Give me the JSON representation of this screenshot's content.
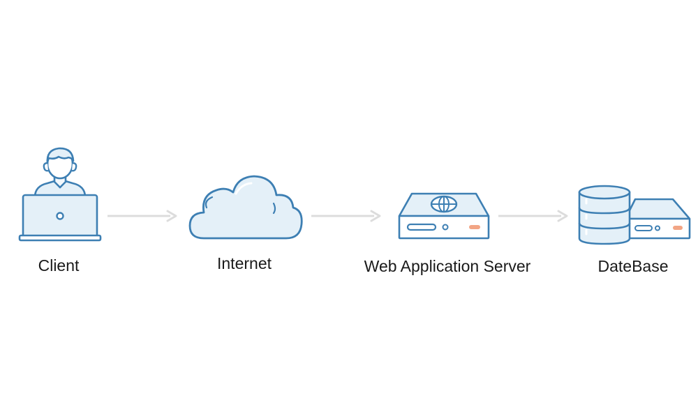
{
  "diagram": {
    "nodes": [
      {
        "id": "client",
        "label": "Client",
        "icon": "user-laptop-icon"
      },
      {
        "id": "internet",
        "label": "Internet",
        "icon": "cloud-icon"
      },
      {
        "id": "web_server",
        "label": "Web Application Server",
        "icon": "server-globe-icon"
      },
      {
        "id": "database",
        "label": "DateBase",
        "icon": "database-server-icon"
      }
    ],
    "edges": [
      {
        "from": "client",
        "to": "internet"
      },
      {
        "from": "internet",
        "to": "web_server"
      },
      {
        "from": "web_server",
        "to": "database"
      }
    ],
    "colors": {
      "stroke": "#3d7fb3",
      "fill": "#e4f0f8",
      "fill_light": "#f3f8fc",
      "accent": "#f2a585",
      "arrow": "#dcdcdc",
      "text": "#1a1a1a"
    }
  }
}
